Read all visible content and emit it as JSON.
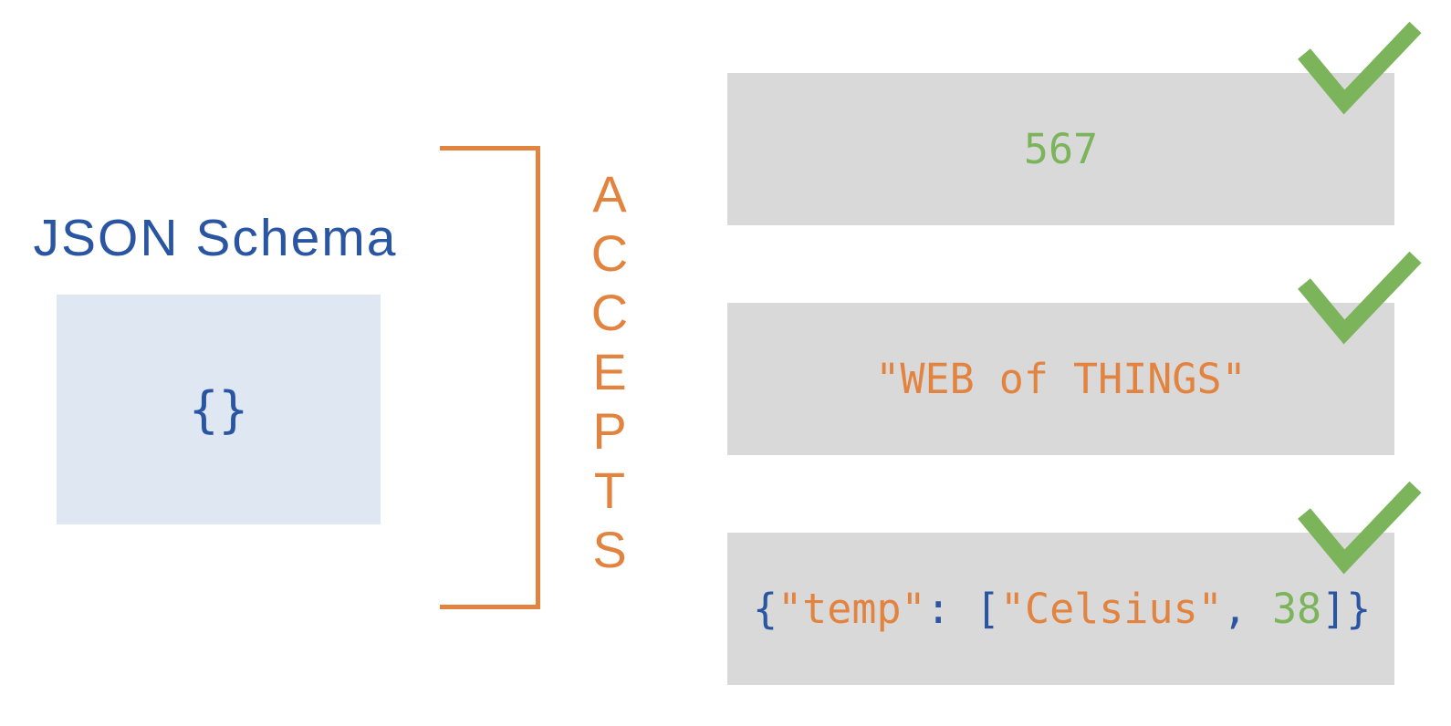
{
  "title": "JSON Schema",
  "schema": {
    "symbol": "{}"
  },
  "accepts": {
    "label": "ACCEPTS",
    "letters": [
      "A",
      "C",
      "C",
      "E",
      "P",
      "T",
      "S"
    ]
  },
  "examples": [
    {
      "value": "567",
      "color": "green",
      "status": "accepted"
    },
    {
      "value": "\"WEB of THINGS\"",
      "color": "orange",
      "status": "accepted"
    },
    {
      "value": "{\"temp\": [\"Celsius\", 38]}",
      "status": "accepted",
      "tokens": [
        {
          "text": "{",
          "color": "blue"
        },
        {
          "text": "\"temp\"",
          "color": "orange"
        },
        {
          "text": ": [",
          "color": "blue"
        },
        {
          "text": "\"Celsius\"",
          "color": "orange"
        },
        {
          "text": ", ",
          "color": "blue"
        },
        {
          "text": "38",
          "color": "green"
        },
        {
          "text": "]}",
          "color": "blue"
        }
      ]
    }
  ],
  "colors": {
    "blue": "#2A55A2",
    "orange": "#E28440",
    "green": "#7BB45A",
    "gray_box": "#D9D9D9",
    "light_blue_box": "#DEE7F2"
  }
}
